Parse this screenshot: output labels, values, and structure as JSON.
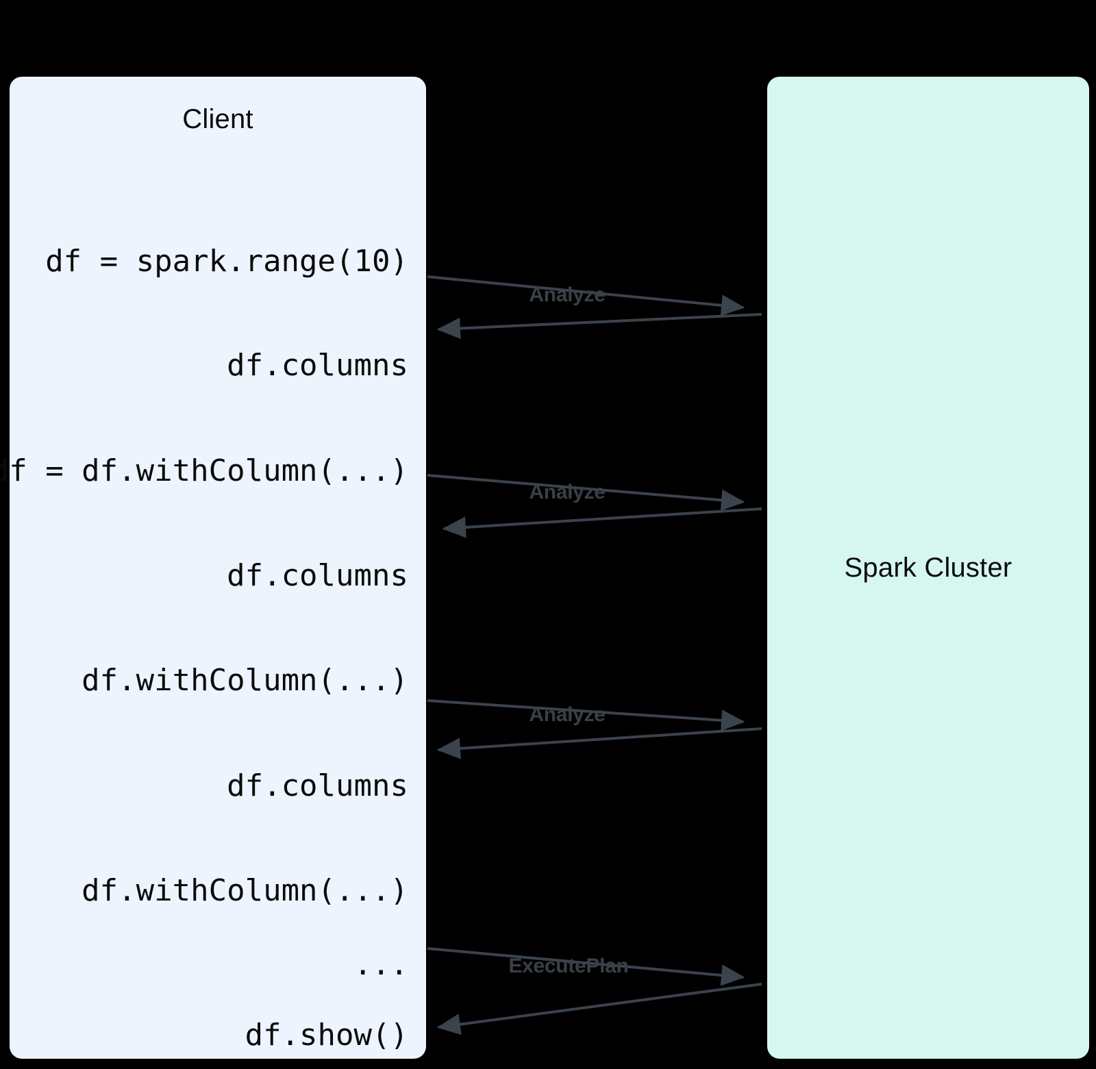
{
  "diagram": {
    "type": "sequence-diagram",
    "background_color": "#000000",
    "participants": [
      {
        "id": "client",
        "title": "Client",
        "fill_color": "#edf4fd"
      },
      {
        "id": "cluster",
        "title": "Spark Cluster",
        "fill_color": "#d6f7ef"
      }
    ],
    "client_lines": [
      {
        "text": "df = spark.range(10)"
      },
      {
        "text": "df.columns"
      },
      {
        "text": "df = df.withColumn(...)"
      },
      {
        "text": "df.columns"
      },
      {
        "text": "df.withColumn(...)"
      },
      {
        "text": "df.columns"
      },
      {
        "text": "df.withColumn(...)"
      },
      {
        "text": "..."
      },
      {
        "text": "df.show()"
      }
    ],
    "messages": [
      {
        "label": "Analyze",
        "direction": "request-response"
      },
      {
        "label": "Analyze",
        "direction": "request-response"
      },
      {
        "label": "Analyze",
        "direction": "request-response"
      },
      {
        "label": "ExecutePlan",
        "direction": "request-response"
      }
    ],
    "arrow_color": "#3b434d",
    "label_color": "#3a3f47"
  }
}
